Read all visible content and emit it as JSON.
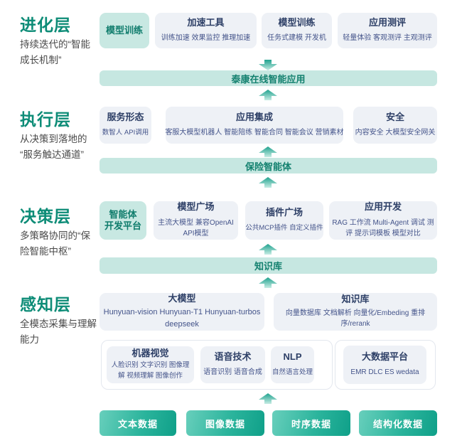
{
  "colors": {
    "layer_title": "#0d8c77",
    "banner_bg": "#c6e7e1",
    "box_bg": "#eef1f6",
    "highlight_bg": "#c8e8e2",
    "button_gradient_start": "#68cfbc",
    "button_gradient_end": "#0fa089",
    "arrow_teal": "#1fa28e"
  },
  "layer_labels": {
    "evolution": {
      "title": "进化层",
      "subtitle": "持续迭代的“智能\n成长机制”"
    },
    "execution": {
      "title": "执行层",
      "subtitle": "从决策到落地的\n“服务触达通道”"
    },
    "decision": {
      "title": "决策层",
      "subtitle": "多策略协同的“保\n险智能中枢”"
    },
    "perception": {
      "title": "感知层",
      "subtitle": "全模态采集与理解\n能力"
    }
  },
  "evolution_row": {
    "platform": {
      "title": "模型训练"
    },
    "boxes": [
      {
        "title": "加速工具",
        "sub": "训练加速 效果监控 推理加速"
      },
      {
        "title": "模型训练",
        "sub": "任务式建模 开发机"
      },
      {
        "title": "应用测评",
        "sub": "轻量体验 客观测评 主观测评"
      }
    ]
  },
  "banners": {
    "taikang_app": "泰康在线智能应用",
    "insurance_agent": "保险智能体",
    "knowledge_base": "知识库"
  },
  "execution_row": {
    "boxes": [
      {
        "title": "服务形态",
        "sub": "数智人 API调用"
      },
      {
        "title": "应用集成",
        "sub": "客服大模型机器人 智能陪练 智能合同 智能会议 营销素材"
      },
      {
        "title": "安全",
        "sub": "内容安全 大模型安全网关"
      }
    ]
  },
  "decision_row": {
    "platform": {
      "line1": "智能体",
      "line2": "开发平台"
    },
    "boxes": [
      {
        "title": "模型广场",
        "sub": "主流大模型 兼容OpenAI API模型"
      },
      {
        "title": "插件广场",
        "sub": "公共MCP插件 自定义插件"
      },
      {
        "title": "应用开发",
        "sub": "RAG 工作流 Multi-Agent 调试 测评 提示词模板 模型对比"
      }
    ]
  },
  "perception_row": {
    "boxes": [
      {
        "title": "大模型",
        "sub": "Hunyuan-vision Hunyuan-T1 Hunyuan-turbos deepseek"
      },
      {
        "title": "知识库",
        "sub": "向量数据库 文档解析 向量化/Embeding 重排序/rerank"
      }
    ]
  },
  "capability_row": {
    "ai_group": [
      {
        "title": "机器视觉",
        "sub": "人脸识别 文字识别 图像理解 视频理解 图像创作"
      },
      {
        "title": "语音技术",
        "sub": "语音识别 语音合成"
      },
      {
        "title": "NLP",
        "sub": "自然语言处理"
      }
    ],
    "bigdata_group": [
      {
        "title": "大数据平台",
        "sub": "EMR DLC ES wedata"
      }
    ]
  },
  "data_sources": [
    {
      "label": "文本数据"
    },
    {
      "label": "图像数据"
    },
    {
      "label": "时序数据"
    },
    {
      "label": "结构化数据"
    }
  ]
}
